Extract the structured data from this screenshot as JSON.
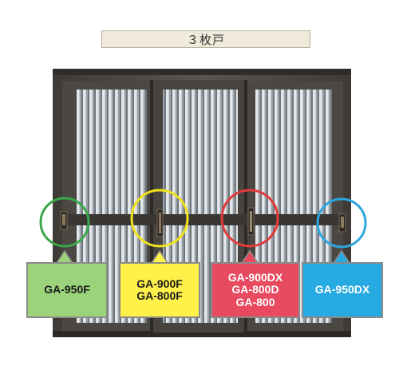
{
  "title": "３枚戸",
  "colors": {
    "green": "#3aa84a",
    "yellow": "#f2e21b",
    "red": "#e23b3b",
    "blue": "#2ea6df"
  },
  "callouts": [
    {
      "id": "green",
      "lines": [
        "GA-950F"
      ],
      "bg": "#9bd37a",
      "ring": "#3aa84a",
      "text_color": "#1a1a1a"
    },
    {
      "id": "yellow",
      "lines": [
        "GA-900F",
        "GA-800F"
      ],
      "bg": "#fff04a",
      "ring": "#f2e21b",
      "text_color": "#1a1a1a"
    },
    {
      "id": "red",
      "lines": [
        "GA-900DX",
        "GA-800D",
        "GA-800"
      ],
      "bg": "#e84a5f",
      "ring": "#e23b3b",
      "text_color": "#ffffff"
    },
    {
      "id": "blue",
      "lines": [
        "GA-950DX"
      ],
      "bg": "#27a9e1",
      "ring": "#2ea6df",
      "text_color": "#ffffff"
    }
  ]
}
